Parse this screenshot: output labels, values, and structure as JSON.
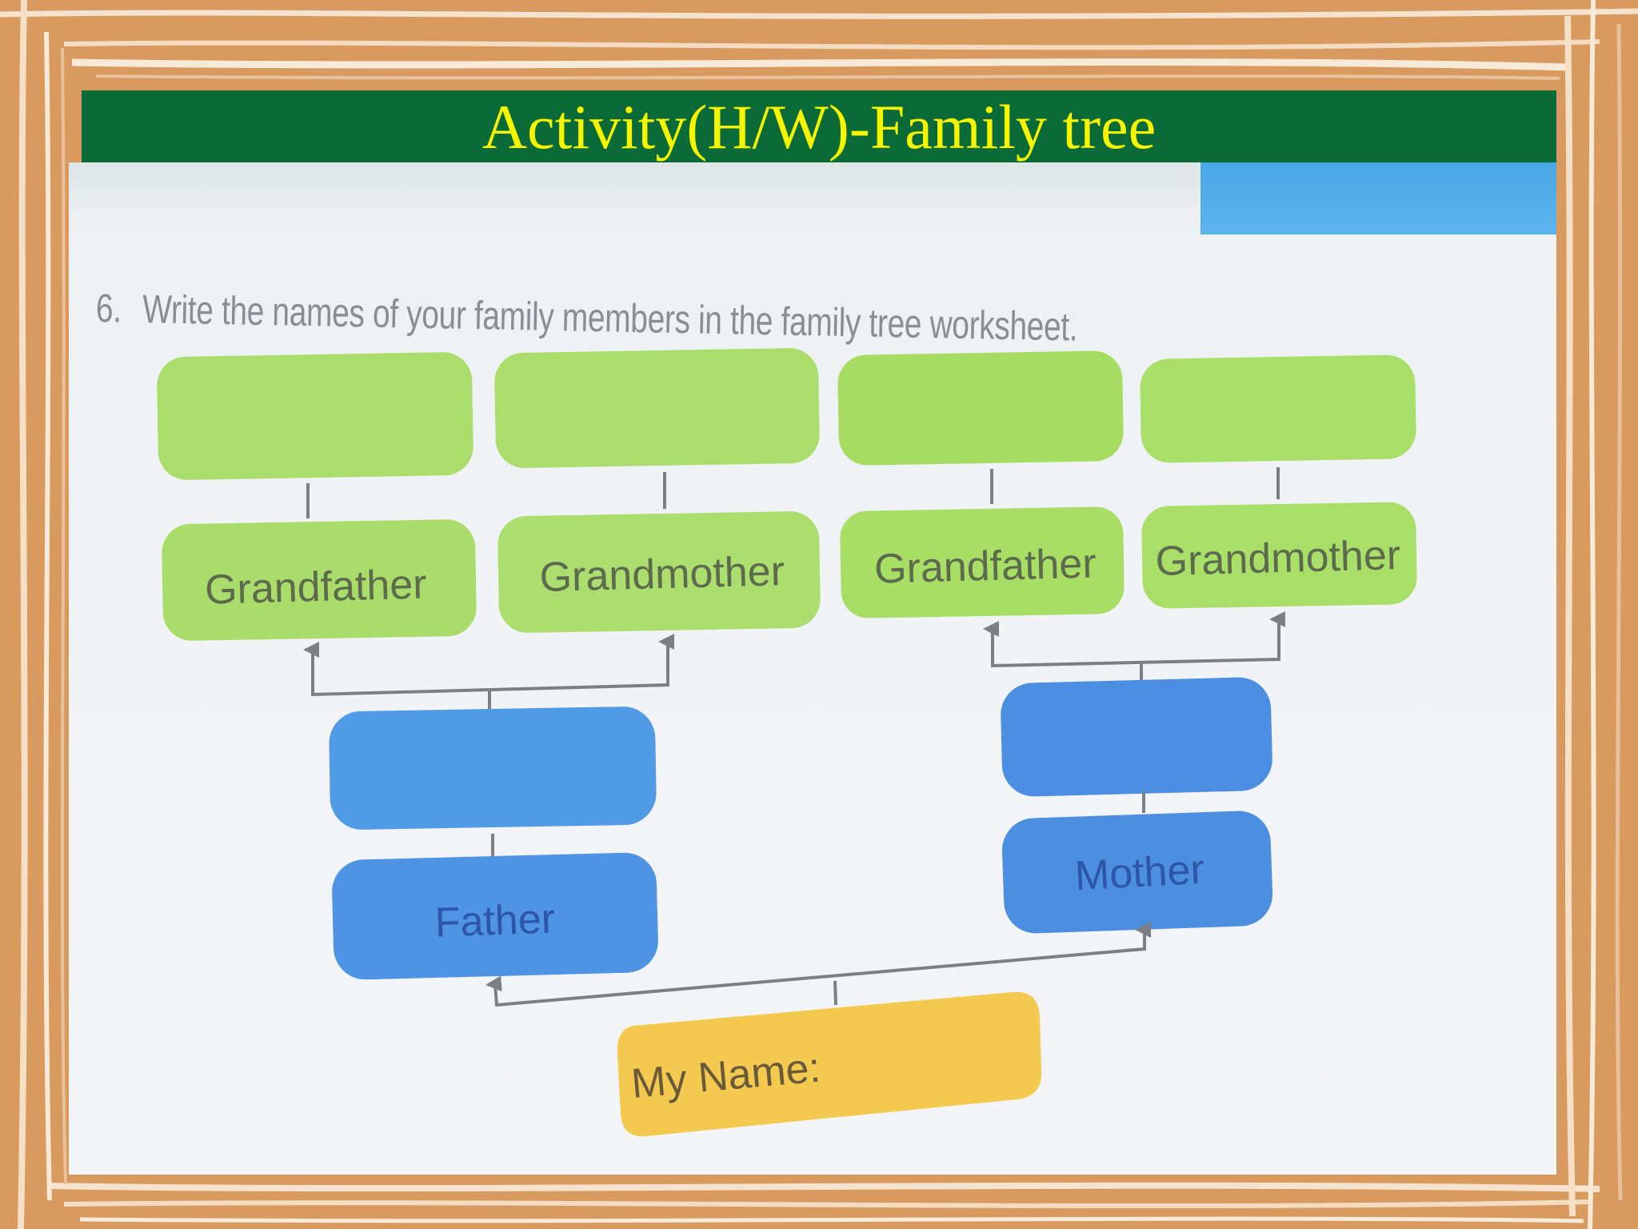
{
  "slide": {
    "title": "Activity(H/W)-Family tree"
  },
  "worksheet": {
    "question_number": "6.",
    "instruction": "Write the names of your family members in the family tree worksheet."
  },
  "family_tree": {
    "grandparent_labels": [
      "Grandfather",
      "Grandmother",
      "Grandfather",
      "Grandmother"
    ],
    "father_label": "Father",
    "mother_label": "Mother",
    "my_name_label": "My Name:",
    "name_values": {
      "paternal_grandfather": "",
      "paternal_grandmother": "",
      "maternal_grandfather": "",
      "maternal_grandmother": "",
      "father": "",
      "mother": "",
      "me": ""
    }
  },
  "colors": {
    "frame_wood": "#d99a5f",
    "title_bar": "#0b6b38",
    "title_text": "#f5f500",
    "green_box": "#a9dc6a",
    "blue_box": "#4f93e4",
    "yellow_box": "#f4c94f",
    "green_text": "#5b6b4c",
    "blue_text": "#2d55a8",
    "yellow_text": "#6b5a3a",
    "connector": "#7d7f84"
  }
}
